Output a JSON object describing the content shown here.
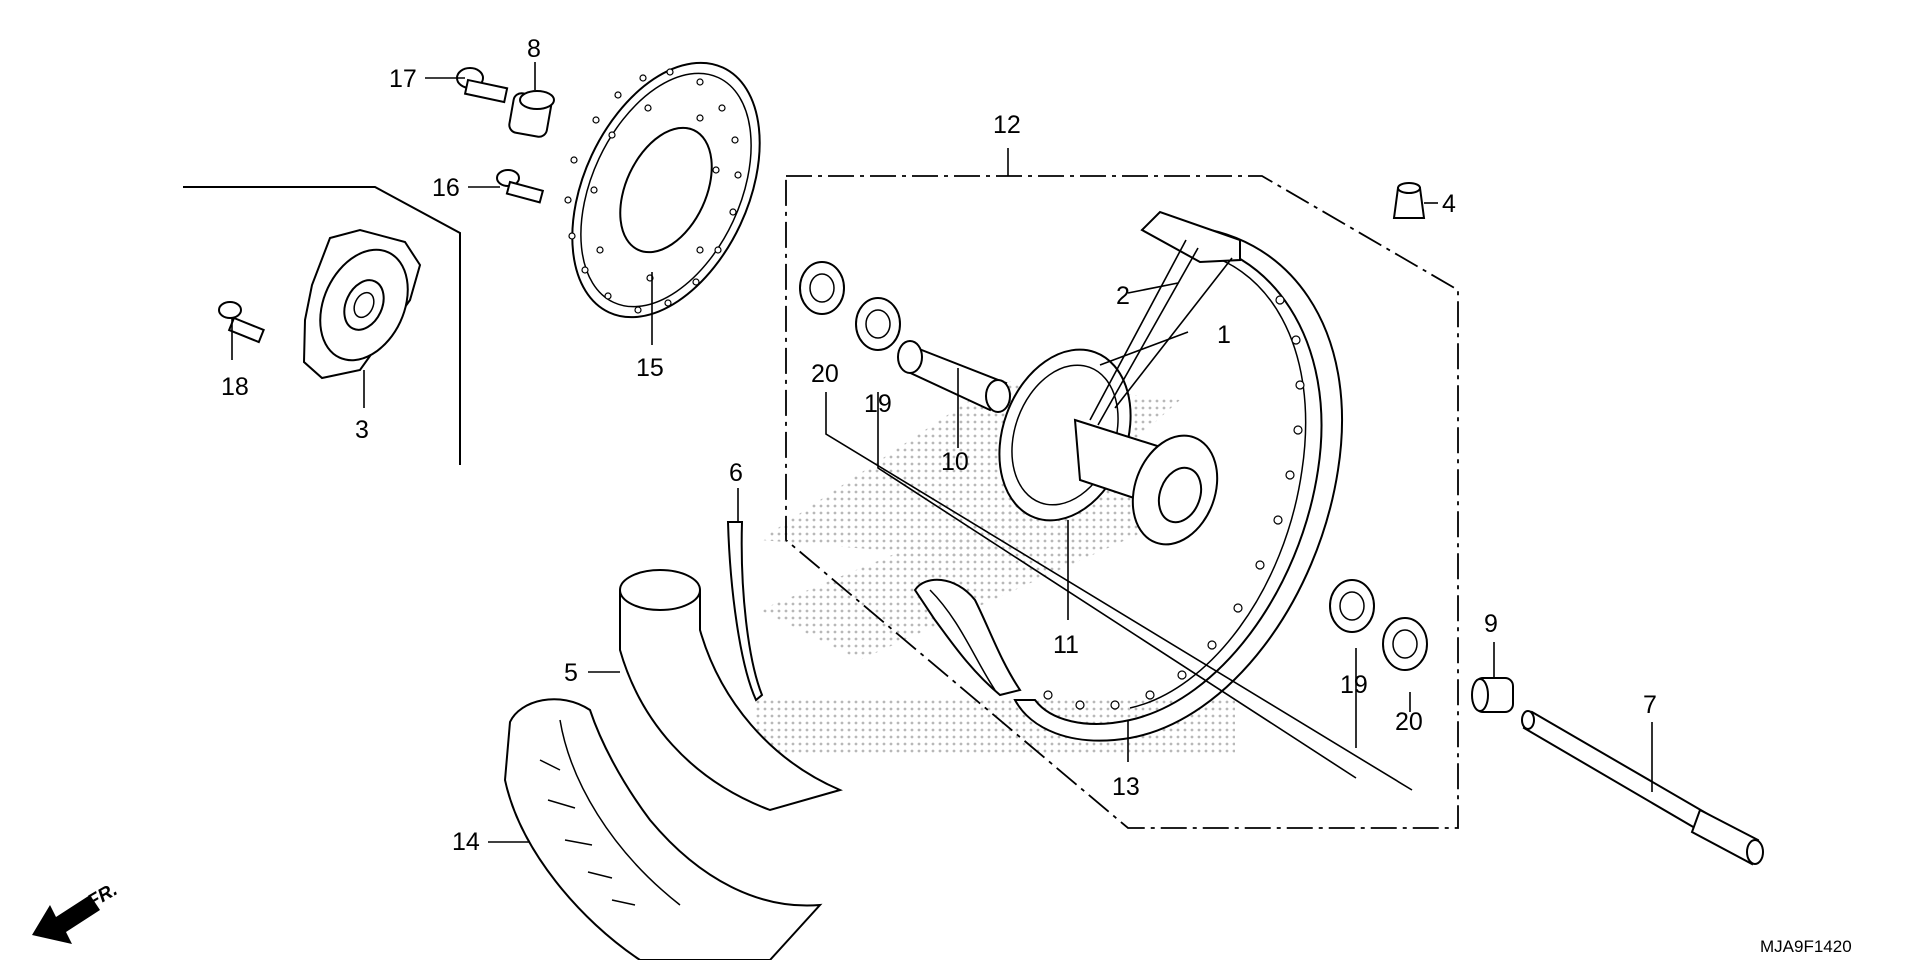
{
  "diagram": {
    "drawing_code": "MJA9F1420",
    "front_marker": "FR.",
    "callouts": [
      {
        "id": "c1",
        "label": "1"
      },
      {
        "id": "c2",
        "label": "2"
      },
      {
        "id": "c3",
        "label": "3"
      },
      {
        "id": "c4",
        "label": "4"
      },
      {
        "id": "c5",
        "label": "5"
      },
      {
        "id": "c6",
        "label": "6"
      },
      {
        "id": "c7",
        "label": "7"
      },
      {
        "id": "c8",
        "label": "8"
      },
      {
        "id": "c9",
        "label": "9"
      },
      {
        "id": "c10",
        "label": "10"
      },
      {
        "id": "c11",
        "label": "11"
      },
      {
        "id": "c12",
        "label": "12"
      },
      {
        "id": "c13",
        "label": "13"
      },
      {
        "id": "c14",
        "label": "14"
      },
      {
        "id": "c15",
        "label": "15"
      },
      {
        "id": "c16",
        "label": "16"
      },
      {
        "id": "c17",
        "label": "17"
      },
      {
        "id": "c18",
        "label": "18"
      },
      {
        "id": "c19a",
        "label": "19"
      },
      {
        "id": "c19b",
        "label": "19"
      },
      {
        "id": "c20a",
        "label": "20"
      },
      {
        "id": "c20b",
        "label": "20"
      }
    ]
  },
  "colors": {
    "line": "#000000",
    "background": "#ffffff",
    "watermark": "#b8b8b8"
  },
  "icons": [
    "front-direction-arrow-icon"
  ]
}
